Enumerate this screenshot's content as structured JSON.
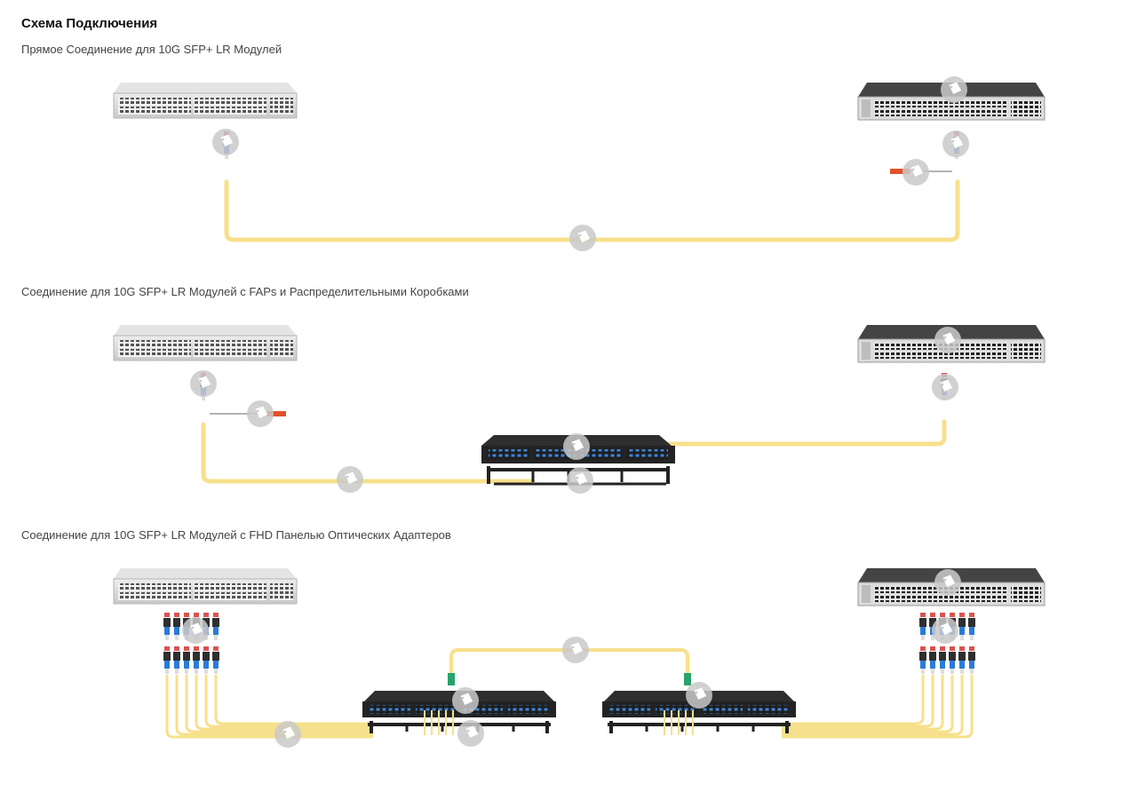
{
  "page": {
    "title": "Схема Подключения"
  },
  "sections": [
    {
      "title": "Прямое Соединение для 10G SFP+ LR Модулей"
    },
    {
      "title": "Соединение для 10G SFP+ LR Модулей с FAPs и Распределительными Коробками"
    },
    {
      "title": "Соединение для 10G SFP+ LR Модулей с FHD Панелью Оптических Адаптеров"
    }
  ],
  "colors": {
    "fiber": "#f7e08c",
    "switch_light": "#dcdcdc",
    "switch_dark": "#3a3a3a",
    "lc_connector": "#2b7bd6",
    "mpo_connector": "#27a36b",
    "cleaner_tool": "#e0522a",
    "tag_marker": "#c9c9c9"
  },
  "icons": [
    "tag-icon",
    "switch-icon",
    "fiber-enclosure-icon",
    "lc-connector-icon",
    "mpo-connector-icon",
    "fiber-cleaner-icon"
  ]
}
